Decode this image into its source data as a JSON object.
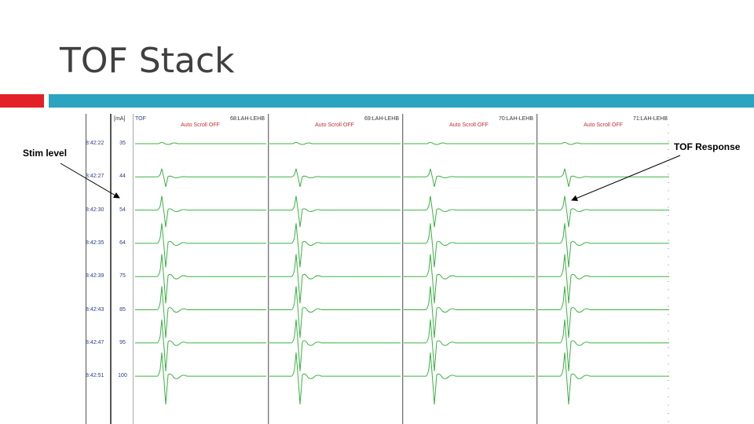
{
  "slide": {
    "title": "TOF Stack"
  },
  "annotations": {
    "stim": "Stim level",
    "response": "TOF Response"
  },
  "panel": {
    "unit_header": "[mA]",
    "mode_label": "TOF",
    "columns": [
      {
        "name": "68:LAH-LEHB",
        "scroll_label": "Auto Scroll OFF"
      },
      {
        "name": "69:LAH-LEHB",
        "scroll_label": "Auto Scroll OFF"
      },
      {
        "name": "70:LAH-LEHB",
        "scroll_label": "Auto Scroll OFF"
      },
      {
        "name": "71:LAH-LEHB",
        "scroll_label": "Auto Scroll OFF"
      }
    ],
    "rows": [
      {
        "time": "8:42:22",
        "ma": "35"
      },
      {
        "time": "8:42:27",
        "ma": "44"
      },
      {
        "time": "8:42:30",
        "ma": "54"
      },
      {
        "time": "8:42:35",
        "ma": "64"
      },
      {
        "time": "8:42:39",
        "ma": "75"
      },
      {
        "time": "8:42:43",
        "ma": "85"
      },
      {
        "time": "8:42:47",
        "ma": "95"
      },
      {
        "time": "8:42:51",
        "ma": "100"
      }
    ]
  },
  "colors": {
    "trace": "#3cb043",
    "accent_red": "#e32027",
    "accent_teal": "#2aa4bf"
  }
}
